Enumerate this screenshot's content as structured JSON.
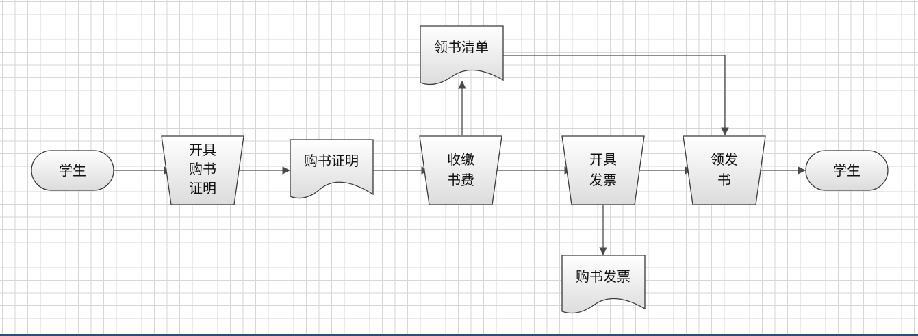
{
  "diagram": {
    "nodes": {
      "student_start": {
        "lines": [
          "学生"
        ]
      },
      "issue_certificate": {
        "lines": [
          "开具",
          "购书",
          "证明"
        ]
      },
      "purchase_certificate": {
        "lines": [
          "购书证明"
        ]
      },
      "collect_fees": {
        "lines": [
          "收缴",
          "书费"
        ]
      },
      "pickup_list": {
        "lines": [
          "领书清单"
        ]
      },
      "issue_invoice": {
        "lines": [
          "开具",
          "发票"
        ]
      },
      "purchase_invoice": {
        "lines": [
          "购书发票"
        ]
      },
      "distribute_books": {
        "lines": [
          "领发",
          "书"
        ]
      },
      "student_end": {
        "lines": [
          "学生"
        ]
      }
    },
    "edges": [
      [
        "student_start",
        "issue_certificate"
      ],
      [
        "issue_certificate",
        "purchase_certificate"
      ],
      [
        "purchase_certificate",
        "collect_fees"
      ],
      [
        "collect_fees",
        "pickup_list"
      ],
      [
        "collect_fees",
        "issue_invoice"
      ],
      [
        "pickup_list",
        "distribute_books"
      ],
      [
        "issue_invoice",
        "purchase_invoice"
      ],
      [
        "issue_invoice",
        "distribute_books"
      ],
      [
        "distribute_books",
        "student_end"
      ]
    ],
    "colors": {
      "shape_fill_top": "#ffffff",
      "shape_fill_bottom": "#dcdcdc",
      "outline": "#3a3a3a",
      "connector": "#4a4a4a",
      "grid": "#d6d6d6"
    }
  }
}
